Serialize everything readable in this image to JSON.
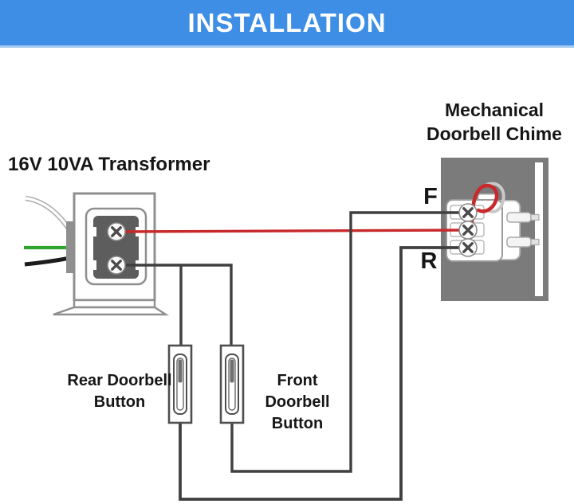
{
  "banner": {
    "title": "INSTALLATION"
  },
  "headings": {
    "transformer": "16V 10VA Transformer",
    "chime_line1": "Mechanical",
    "chime_line2": "Doorbell Chime"
  },
  "chime": {
    "terminal_front_label": "F",
    "terminal_rear_label": "R"
  },
  "buttons": {
    "rear": {
      "line1": "Rear Doorbell",
      "line2": "Button"
    },
    "front": {
      "line1": "Front Doorbell",
      "line2": "Button"
    }
  },
  "icons": {
    "screw": "circle-with-x-cross"
  },
  "colors": {
    "banner-bg": "#3E8EE5",
    "banner-text": "#FFFFFF",
    "wire-red": "#C8292B",
    "wire-green": "#2EA42E",
    "wire-dark": "#3F3F3F",
    "device-gray": "#7B7B7B",
    "outline-gray": "#8F8F8F",
    "text": "#161616"
  }
}
